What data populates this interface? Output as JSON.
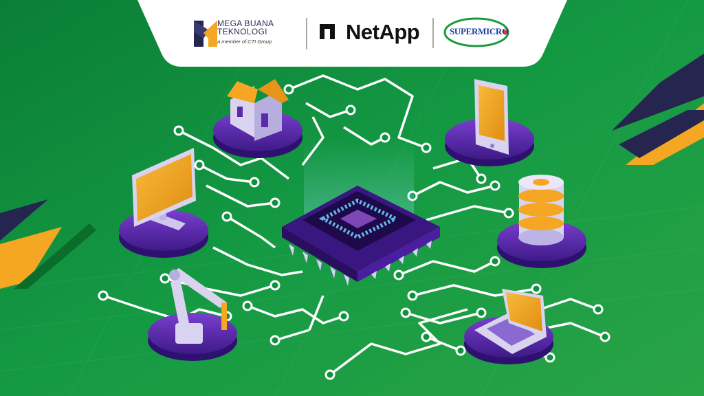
{
  "logos": {
    "mega_buana": {
      "line1": "MEGA BUANA",
      "line2": "TEKNOLOGI",
      "tagline": "a member of CTI Group"
    },
    "netapp": {
      "name": "NetApp"
    },
    "supermicro": {
      "name": "SUPERMICRO"
    }
  },
  "colors": {
    "background_green": "#0f9240",
    "platform_purple": "#5a2aa8",
    "accent_orange": "#f5a623",
    "navy": "#25254f"
  },
  "illustration": {
    "devices": [
      "house-icon",
      "monitor-icon",
      "robot-arm-icon",
      "tablet-icon",
      "database-icon",
      "laptop-icon",
      "chip-icon"
    ]
  }
}
